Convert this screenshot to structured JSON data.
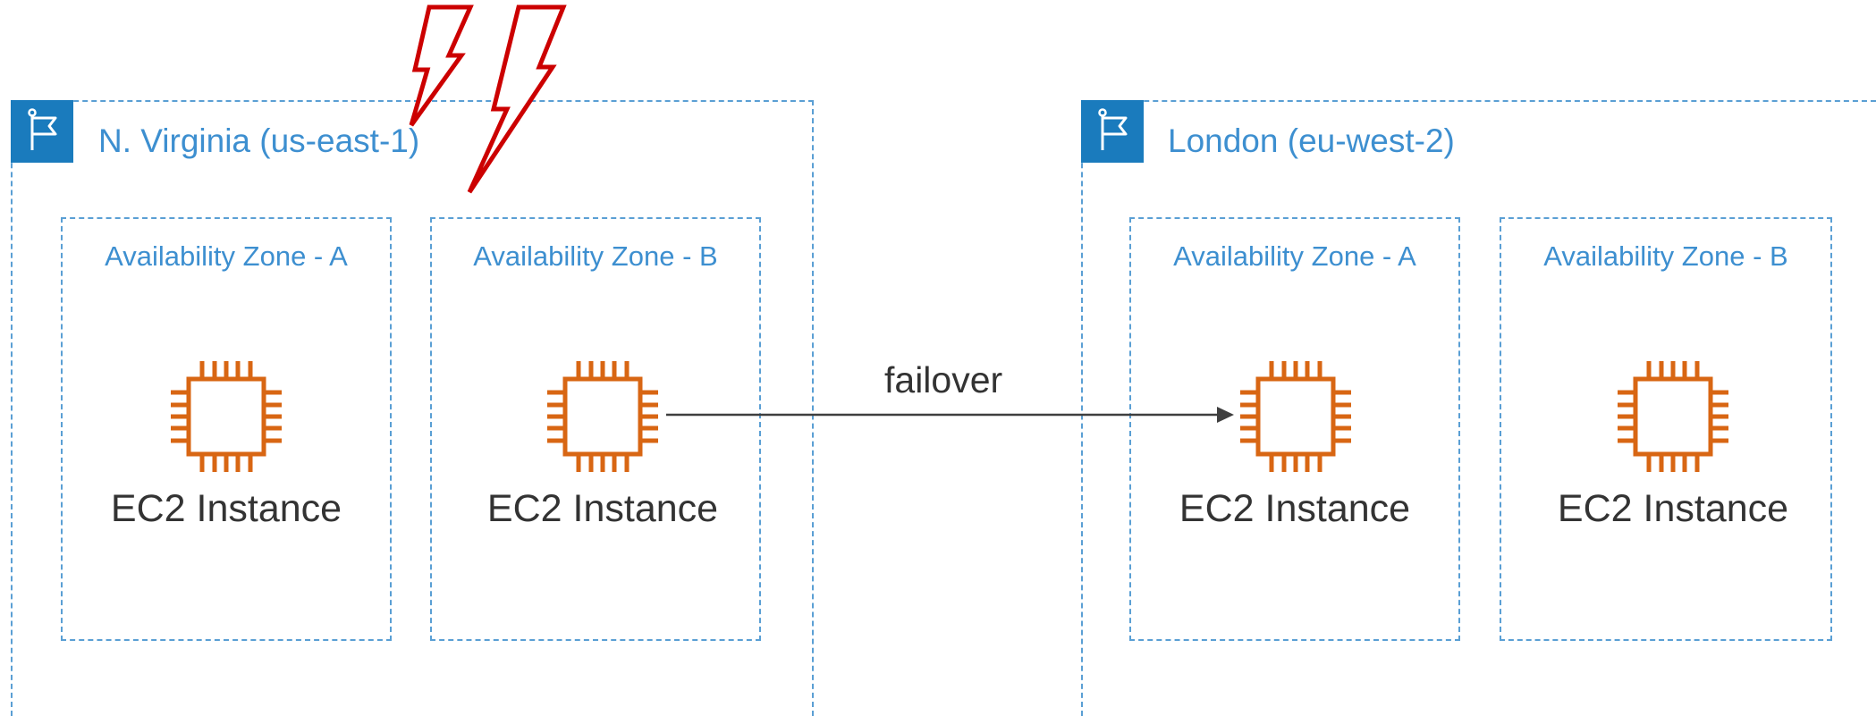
{
  "regions": [
    {
      "name": "N. Virginia (us-east-1)",
      "zones": [
        {
          "title": "Availability Zone - A",
          "instance": "EC2 Instance"
        },
        {
          "title": "Availability Zone - B",
          "instance": "EC2 Instance"
        }
      ]
    },
    {
      "name": "London (eu-west-2)",
      "zones": [
        {
          "title": "Availability Zone - A",
          "instance": "EC2 Instance"
        },
        {
          "title": "Availability Zone - B",
          "instance": "EC2 Instance"
        }
      ]
    }
  ],
  "arrow": {
    "label": "failover"
  },
  "icons": {
    "region": "flag-icon",
    "instance": "ec2-chip-icon",
    "outage": "lightning-bolt-icon"
  },
  "colors": {
    "region_border": "#5a9fd4",
    "region_flag": "#1a7bbd",
    "label_blue": "#3d8fd0",
    "ec2_orange": "#d86613",
    "outage_red": "#cc0000",
    "text_dark": "#333333"
  }
}
